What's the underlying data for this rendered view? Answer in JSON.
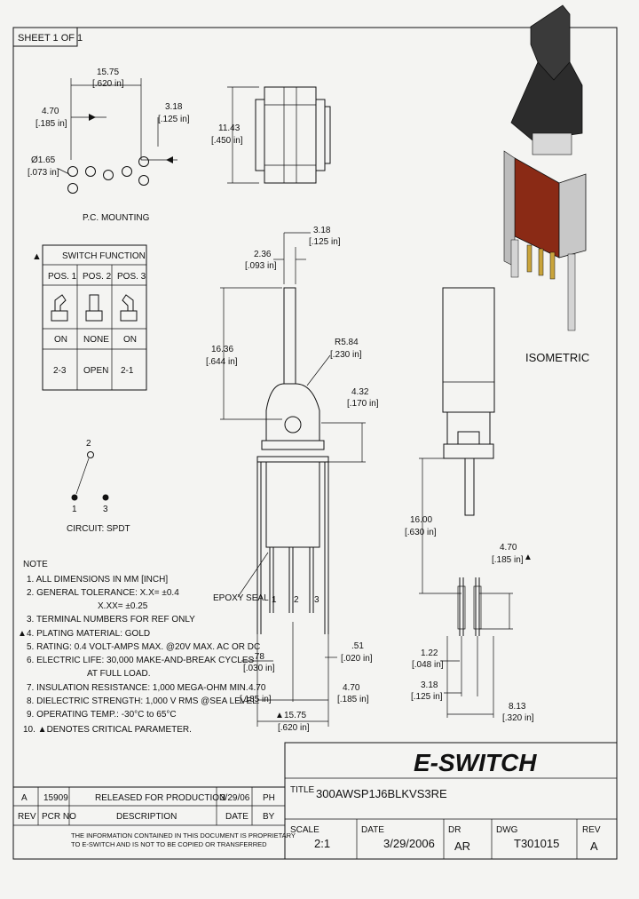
{
  "sheet": "SHEET 1 OF 1",
  "pcb": {
    "dim_top": "15.75",
    "dim_top_in": "[.620 in]",
    "dim_left": "4.70",
    "dim_left_in": "[.185 in]",
    "dim_right": "3.18",
    "dim_right_in": "[.125 in]",
    "hole": "Ø1.65",
    "hole_in": "[.073 in]",
    "title": "P.C. MOUNTING"
  },
  "body_top": {
    "dim": "11.43",
    "dim_in": "[.450 in]"
  },
  "switch_function": {
    "title": "SWITCH FUNCTION",
    "headers": [
      "POS. 1",
      "POS. 2",
      "POS. 3"
    ],
    "states": [
      "ON",
      "NONE",
      "ON"
    ],
    "contacts": [
      "2-3",
      "OPEN",
      "2-1"
    ]
  },
  "circuit": {
    "pin_top": "2",
    "pin_left": "1",
    "pin_right": "3",
    "title": "CIRCUIT: SPDT"
  },
  "front": {
    "d236": "2.36",
    "d236_in": "[.093 in]",
    "d318": "3.18",
    "d318_in": "[.125 in]",
    "d1636": "16.36",
    "d1636_in": "[.644 in]",
    "r": "R5.84",
    "r_in": "[.230 in]",
    "d432": "4.32",
    "d432_in": "[.170 in]",
    "epoxy": "EPOXY SEAL",
    "pins": [
      "1",
      "2",
      "3"
    ],
    "d78": ".78",
    "d78_in": "[.030 in]",
    "d51": ".51",
    "d51_in": "[.020 in]",
    "d470a": "4.70",
    "d470a_in": "[.185 in]",
    "d470b": "4.70",
    "d470b_in": "[.185 in]",
    "d1575": "15.75",
    "d1575_in": "[.620 in]"
  },
  "side": {
    "d1600": "16.00",
    "d1600_in": "[.630 in]",
    "d470": "4.70",
    "d470_in": "[.185 in]",
    "d122": "1.22",
    "d122_in": "[.048 in]",
    "d318": "3.18",
    "d318_in": "[.125 in]",
    "d813": "8.13",
    "d813_in": "[.320 in]"
  },
  "isometric": "ISOMETRIC",
  "notes": {
    "title": "NOTE",
    "items": [
      "1. ALL DIMENSIONS IN MM [INCH]",
      "2. GENERAL TOLERANCE: X.X= ±0.4",
      "X.XX= ±0.25",
      "3. TERMINAL NUMBERS FOR REF ONLY",
      "4. PLATING MATERIAL: GOLD",
      "5. RATING: 0.4 VOLT-AMPS MAX. @20V MAX. AC OR DC",
      "6. ELECTRIC LIFE: 30,000 MAKE-AND-BREAK CYCLES",
      "AT FULL LOAD.",
      "7. INSULATION RESISTANCE: 1,000 MEGA-OHM MIN.",
      "8. DIELECTRIC STRENGTH: 1,000 V RMS @SEA LEVEL.",
      "9. OPERATING TEMP.: -30°C to 65°C",
      "10. ▲DENOTES CRITICAL PARAMETER."
    ]
  },
  "revision": {
    "rev": "A",
    "pcn": "15909",
    "desc": "RELEASED FOR PRODUCTION",
    "date": "3/29/06",
    "by": "PH",
    "headers": [
      "REV",
      "PCR NO",
      "DESCRIPTION",
      "DATE",
      "BY"
    ]
  },
  "proprietary": [
    "THE INFORMATION CONTAINED IN THIS DOCUMENT IS PROPRIETARY",
    "TO E-SWITCH AND IS NOT TO BE COPIED OR TRANSFERRED"
  ],
  "title_block": {
    "logo": "E-SWITCH",
    "title_label": "TITLE",
    "title": "300AWSP1J6BLKVS3RE",
    "scale_label": "SCALE",
    "scale": "2:1",
    "date_label": "DATE",
    "date": "3/29/2006",
    "dr_label": "DR",
    "dr": "AR",
    "dwg_label": "DWG",
    "dwg": "T301015",
    "rev_label": "REV",
    "rev": "A"
  },
  "colors": {
    "ink": "#111111",
    "paper": "#f4f4f2",
    "housing": "#8a2a15",
    "pin_gold": "#c9a43b"
  }
}
